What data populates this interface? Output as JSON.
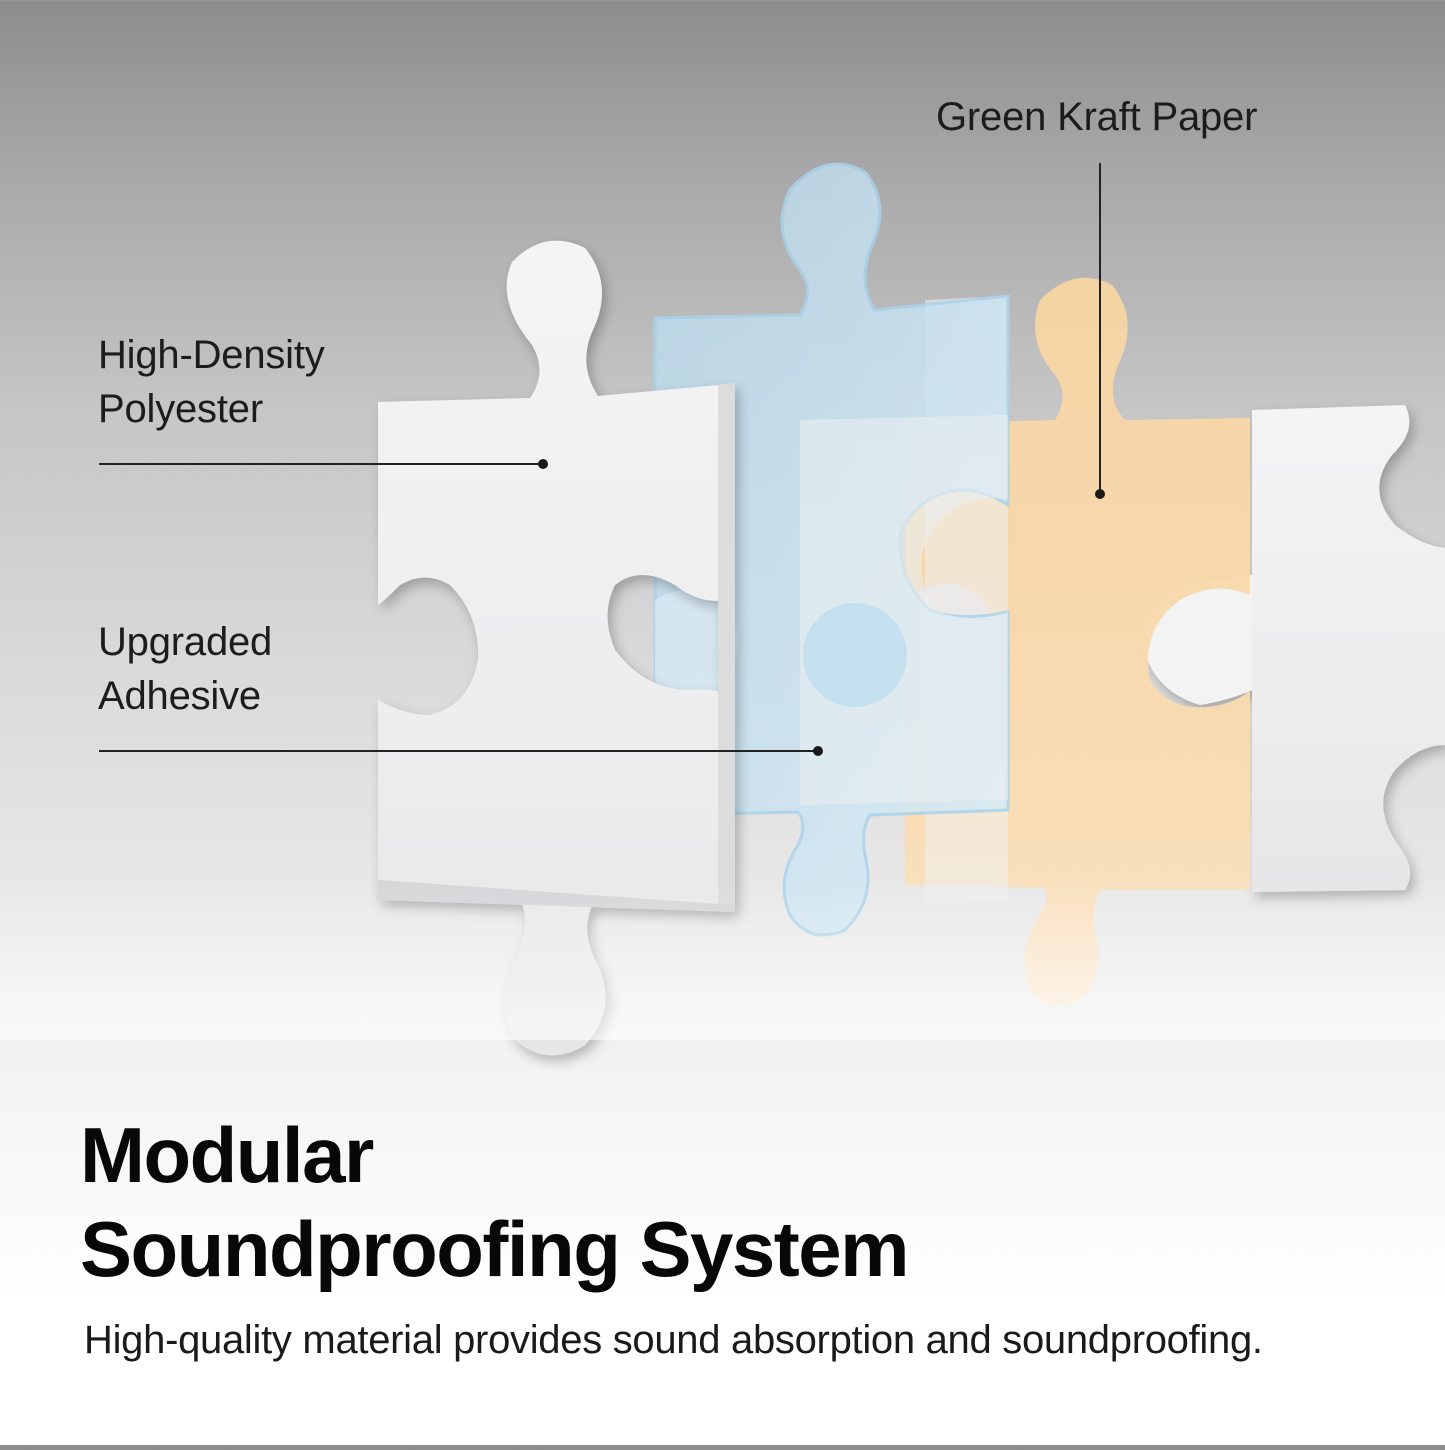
{
  "callouts": {
    "polyester": [
      "High-Density",
      "Polyester"
    ],
    "adhesive": [
      "Upgraded",
      "Adhesive"
    ],
    "kraft": "Green Kraft Paper"
  },
  "headline": [
    "Modular",
    "Soundproofing System"
  ],
  "subline": "High-quality material provides sound absorption and soundproofing.",
  "colors": {
    "foam_white": "#f2f2f3",
    "adhesive_blue": "#c9e2f0",
    "kraft_orange": "#f8d9aa",
    "text_dark": "#0a0a0a"
  }
}
